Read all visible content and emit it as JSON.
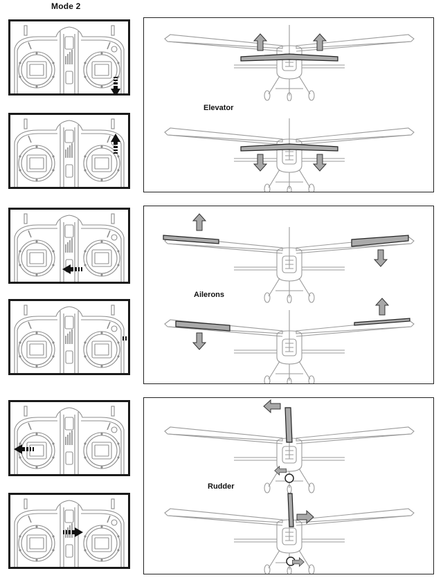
{
  "title": "Mode 2",
  "sections": [
    {
      "label": "Elevator"
    },
    {
      "label": "Ailerons"
    },
    {
      "label": "Rudder"
    }
  ],
  "colors": {
    "line": "#9a9a9a",
    "dark": "#222222",
    "surface": "#a9a9a9",
    "arrow": "#a8a8a8"
  }
}
